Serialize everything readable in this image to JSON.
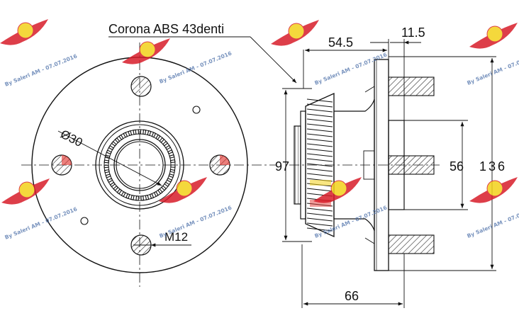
{
  "drawing": {
    "callout": "Corona ABS 43denti",
    "front": {
      "bore_diameter": "Ø30",
      "thread": "M12"
    },
    "side": {
      "width_flange": "54.5",
      "offset": "11.5",
      "height_ring": "97",
      "center_bore": "56",
      "height_bolt_circle": "136",
      "overall_width": "66"
    }
  },
  "watermark": {
    "text": "By Saleri AM - 07.07.2016",
    "logo_colors": {
      "red": "#d81d2a",
      "yellow": "#f3d21b"
    }
  },
  "colors": {
    "line": "#111111",
    "hatch": "#222222",
    "accent_red": "#e23a36"
  }
}
